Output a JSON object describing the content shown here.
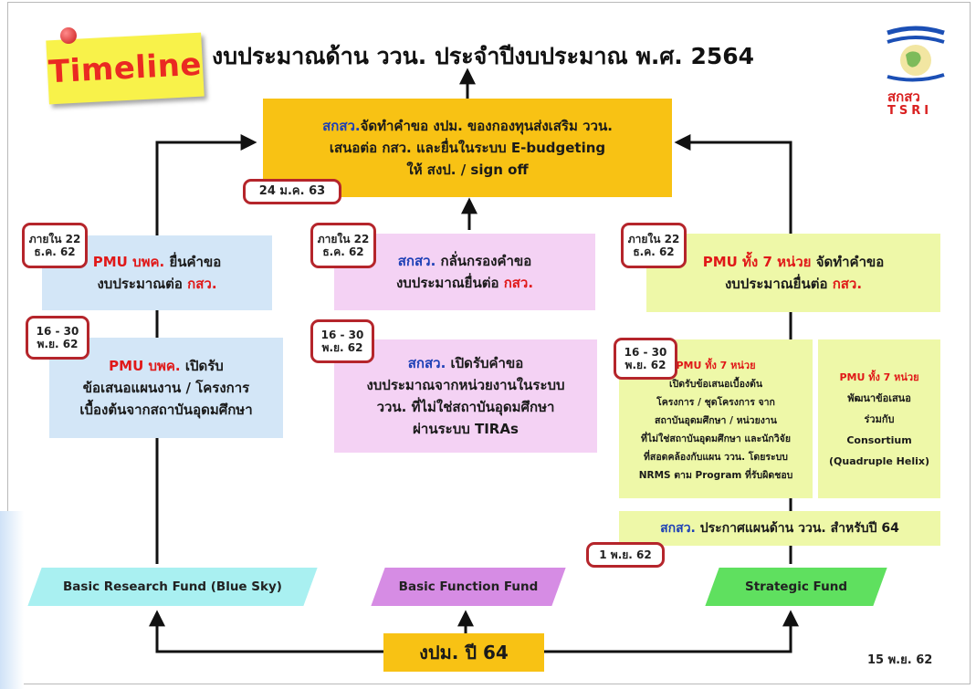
{
  "title": "งบประมาณด้าน ววน. ประจำปีงบประมาณ พ.ศ. 2564",
  "timeline_label": "Timeline",
  "logo": {
    "line1": "สกสว",
    "line2": "TSRI"
  },
  "top_box": {
    "org": "สกสว.",
    "line1_rest": "จัดทำคำขอ งปม. ของกองทุนส่งเสริม ววน.",
    "line2": "เสนอต่อ กสว. และยื่นในระบบ E-budgeting",
    "line3": "ให้ สงป. / sign off"
  },
  "dates": {
    "jan": "24 ม.ค. 63",
    "within_1": "ภายใน 22 ธ.ค. 62",
    "within_2": "ภายใน 22 ธ.ค. 62",
    "within_3": "ภายใน 22 ธ.ค. 62",
    "nov_1": "16 - 30 พ.ย. 62",
    "nov_2": "16 - 30 พ.ย. 62",
    "nov_3": "16 - 30 พ.ย. 62",
    "announce": "1 พ.ย. 62"
  },
  "left": {
    "submit_org": "PMU บพค.",
    "submit_line1": "ยื่นคำขอ",
    "submit_line2": "งบประมาณต่อ",
    "submit_target": "กสว.",
    "open_org": "PMU บพค.",
    "open_line1": "เปิดรับ",
    "open_line2": "ข้อเสนอแผนงาน / โครงการ",
    "open_line3": "เบื้องต้นจากสถาบันอุดมศึกษา",
    "fund": "Basic Research Fund (Blue Sky)"
  },
  "middle": {
    "filter_org": "สกสว.",
    "filter_line1": "กลั่นกรองคำขอ",
    "filter_line2": "งบประมาณยื่นต่อ",
    "filter_target": "กสว.",
    "open_org": "สกสว.",
    "open_line1": "เปิดรับคำขอ",
    "open_line2": "งบประมาณจากหน่วยงานในระบบ",
    "open_line3": "ววน. ที่ไม่ใช่สถาบันอุดมศึกษา",
    "open_line4": "ผ่านระบบ TIRAs",
    "fund": "Basic Function Fund"
  },
  "right": {
    "prep_org": "PMU ทั้ง 7 หน่วย",
    "prep_line1": "จัดทำคำขอ",
    "prep_line2": "งบประมาณยื่นต่อ",
    "prep_target": "กสว.",
    "open_org": "PMU ทั้ง 7 หน่วย",
    "open_lines": [
      "เปิดรับข้อเสนอเบื้องต้น",
      "โครงการ / ชุดโครงการ จาก",
      "สถาบันอุดมศึกษา / หน่วยงาน",
      "ที่ไม่ใช่สถาบันอุดมศึกษา และนักวิจัย",
      "ที่สอดคล้องกับแผน ววน. โดยระบบ",
      "NRMS ตาม Program ที่รับผิดชอบ"
    ],
    "develop_org": "PMU ทั้ง 7 หน่วย",
    "develop_lines": [
      "พัฒนาข้อเสนอ",
      "ร่วมกับ",
      "Consortium",
      "(Quadruple Helix)"
    ],
    "announce_org": "สกสว.",
    "announce_rest": "ประกาศแผนด้าน ววน. สำหรับปี 64",
    "fund": "Strategic Fund"
  },
  "bottom_box": "งปม. ปี 64",
  "footer_date": "15 พ.ย. 62",
  "colors": {
    "blue_box": "#d3e6f7",
    "pink_box": "#f4d2f4",
    "green_box": "#eef8a8",
    "yellow_box": "#f8c214",
    "date_border": "#b5252b",
    "accent_red": "#e01818",
    "accent_blue": "#1d3fb6",
    "fund_blue": "#a9f0f1",
    "fund_purple": "#d68ce4",
    "fund_green": "#5fe05f"
  }
}
